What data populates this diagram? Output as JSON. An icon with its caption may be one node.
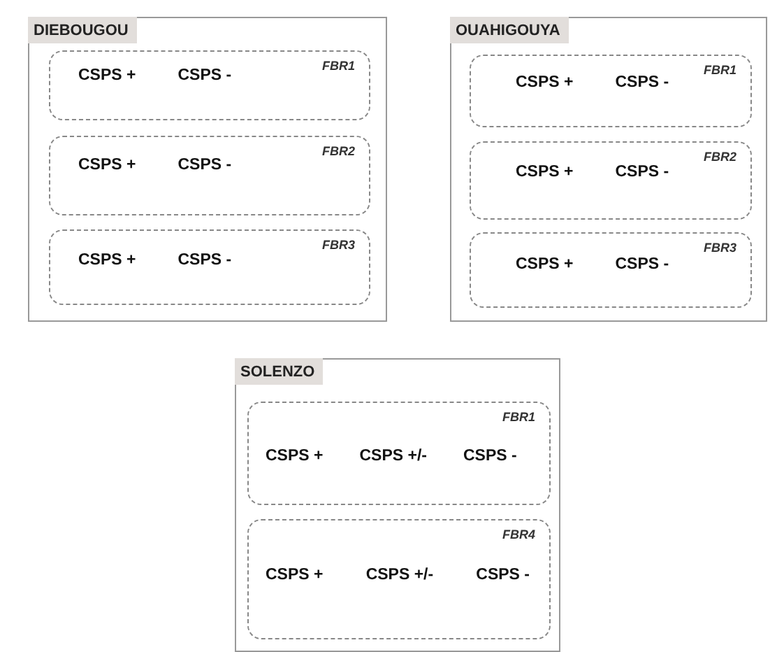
{
  "diagram": {
    "nodes": [
      {
        "text": [
          "DIEBOUGOU"
        ]
      },
      {
        "text": [
          "FBR1",
          "CSPS +",
          "CSPS -"
        ],
        "in": 0
      },
      {
        "text": [
          "FBR2",
          "CSPS +",
          "CSPS -"
        ],
        "in": 0
      },
      {
        "text": [
          "FBR3",
          "CSPS +",
          "CSPS -"
        ],
        "in": 0
      },
      {
        "text": [
          "OUAHIGOUYA"
        ]
      },
      {
        "text": [
          "FBR1",
          "CSPS +",
          "CSPS -"
        ],
        "in": 4
      },
      {
        "text": [
          "FBR2",
          "CSPS +",
          "CSPS -"
        ],
        "in": 4
      },
      {
        "text": [
          "FBR3",
          "CSPS +",
          "CSPS -"
        ],
        "in": 4
      },
      {
        "text": [
          "SOLENZO"
        ]
      },
      {
        "text": [
          "FBR1",
          "CSPS +",
          "CSPS +/-",
          "CSPS -"
        ],
        "in": 8
      },
      {
        "text": [
          "FBR4",
          "CSPS +",
          "CSPS +/-",
          "CSPS -"
        ],
        "in": 8
      }
    ]
  }
}
